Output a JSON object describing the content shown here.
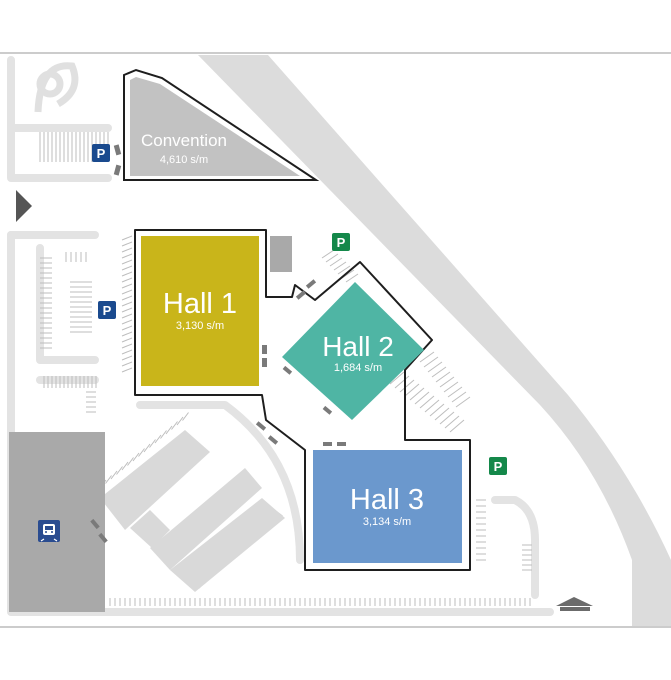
{
  "venues": [
    {
      "id": "convention",
      "name": "Convention",
      "area": "4,610 s/m",
      "color": "#c2c2c2"
    },
    {
      "id": "hall1",
      "name": "Hall 1",
      "area": "3,130 s/m",
      "color": "#c9b51a"
    },
    {
      "id": "hall2",
      "name": "Hall 2",
      "area": "1,684 s/m",
      "color": "#4fb5a4"
    },
    {
      "id": "hall3",
      "name": "Hall 3",
      "area": "3,134 s/m",
      "color": "#6b98cd"
    }
  ],
  "parking": [
    {
      "id": "parking-convention",
      "label": "P",
      "color": "#1a4a8e"
    },
    {
      "id": "parking-west",
      "label": "P",
      "color": "#1a4a8e"
    },
    {
      "id": "parking-hall2",
      "label": "P",
      "color": "#14884a"
    },
    {
      "id": "parking-hall3",
      "label": "P",
      "color": "#14884a"
    }
  ],
  "icons": {
    "train": "train-station-icon",
    "entry_arrow": "entrance-arrow-icon",
    "gate": "gate-icon"
  },
  "colors": {
    "road": "#dedede",
    "road_line": "#cfcfcf",
    "outline": "#1e1e1e",
    "station": "#a9a9a9",
    "station_icon": "#2a4c90"
  }
}
